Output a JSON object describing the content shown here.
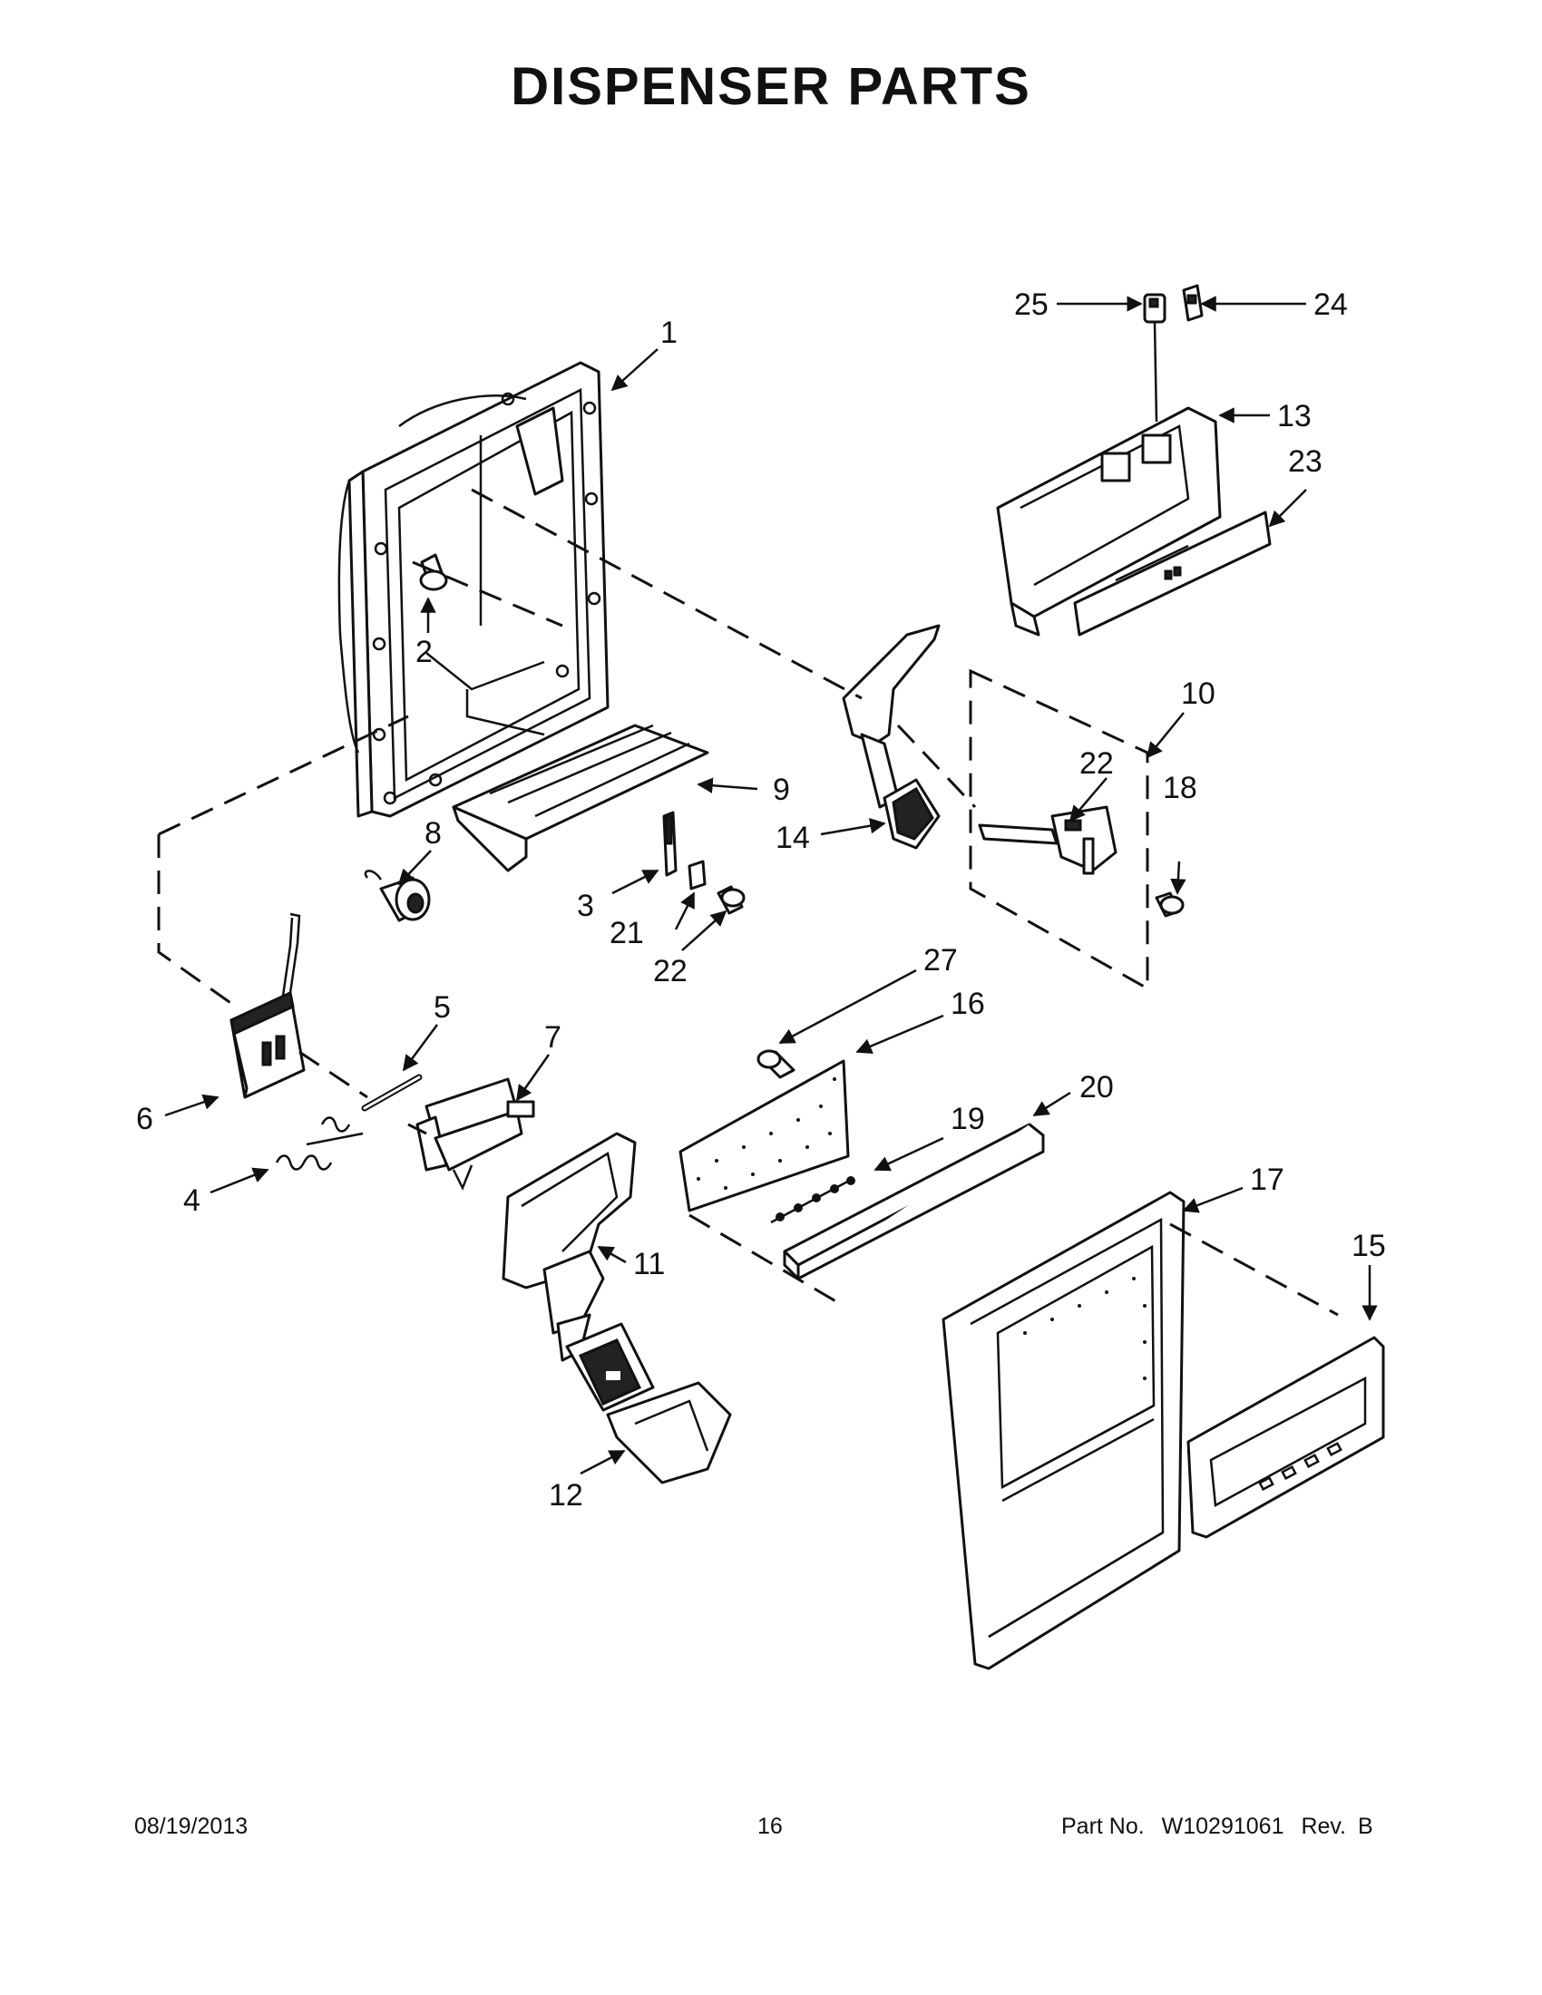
{
  "page": {
    "title": "DISPENSER PARTS"
  },
  "callouts": [
    {
      "id": "1",
      "label": "1"
    },
    {
      "id": "2",
      "label": "2"
    },
    {
      "id": "3",
      "label": "3"
    },
    {
      "id": "4",
      "label": "4"
    },
    {
      "id": "5",
      "label": "5"
    },
    {
      "id": "6",
      "label": "6"
    },
    {
      "id": "7",
      "label": "7"
    },
    {
      "id": "8",
      "label": "8"
    },
    {
      "id": "9",
      "label": "9"
    },
    {
      "id": "10",
      "label": "10"
    },
    {
      "id": "11",
      "label": "11"
    },
    {
      "id": "12",
      "label": "12"
    },
    {
      "id": "13",
      "label": "13"
    },
    {
      "id": "14",
      "label": "14"
    },
    {
      "id": "15",
      "label": "15"
    },
    {
      "id": "16",
      "label": "16"
    },
    {
      "id": "17",
      "label": "17"
    },
    {
      "id": "18",
      "label": "18"
    },
    {
      "id": "19",
      "label": "19"
    },
    {
      "id": "20",
      "label": "20"
    },
    {
      "id": "21",
      "label": "21"
    },
    {
      "id": "22a",
      "label": "22"
    },
    {
      "id": "22b",
      "label": "22"
    },
    {
      "id": "23",
      "label": "23"
    },
    {
      "id": "24",
      "label": "24"
    },
    {
      "id": "25",
      "label": "25"
    },
    {
      "id": "27",
      "label": "27"
    }
  ],
  "footer": {
    "date": "08/19/2013",
    "page_number": "16",
    "part_no_label": "Part No.",
    "part_no": "W10291061",
    "rev_label": "Rev.",
    "rev": "B"
  }
}
